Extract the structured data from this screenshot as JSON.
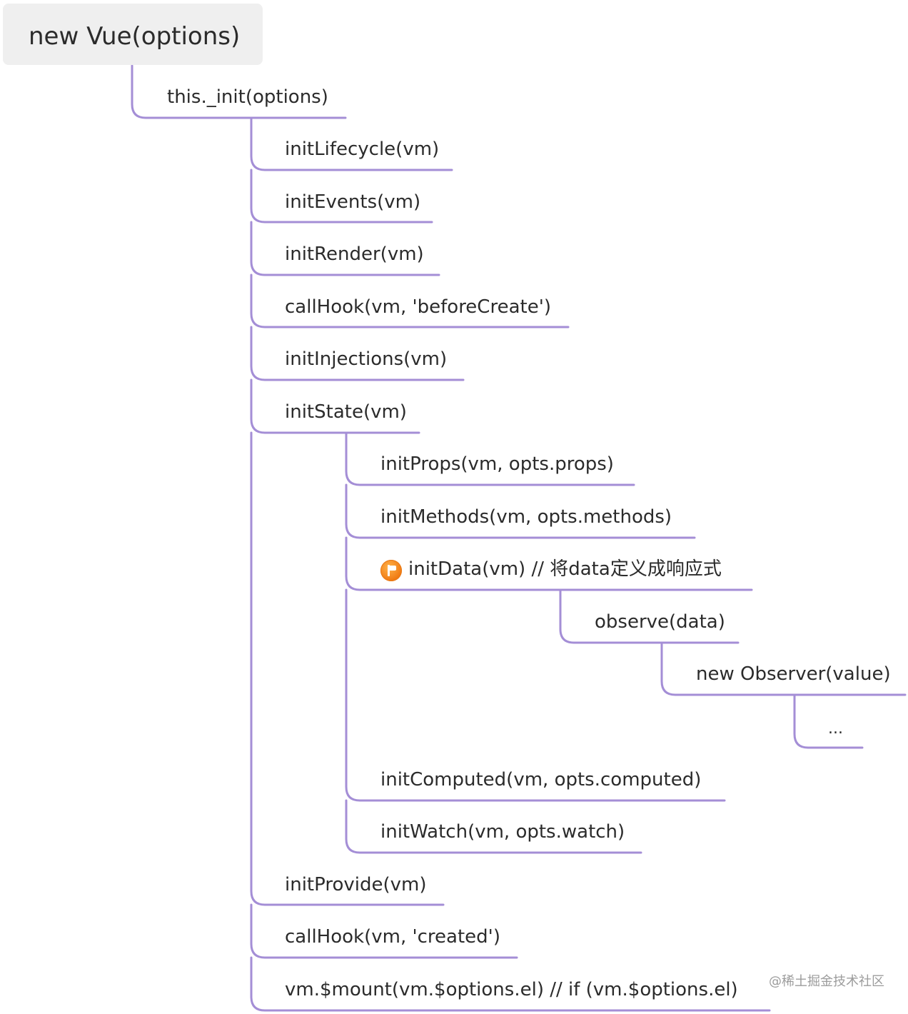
{
  "root": {
    "label": "new Vue(options)"
  },
  "nodes": {
    "init": "this._init(options)",
    "initLifecycle": "initLifecycle(vm)",
    "initEvents": "initEvents(vm)",
    "initRender": "initRender(vm)",
    "callHookBeforeCreate": "callHook(vm, 'beforeCreate')",
    "initInjections": "initInjections(vm)",
    "initState": "initState(vm)",
    "initProps": "initProps(vm, opts.props)",
    "initMethods": "initMethods(vm, opts.methods)",
    "initData": "initData(vm) // 将data定义成响应式",
    "observe": "observe(data)",
    "newObserver": "new Observer(value)",
    "ellipsis": "...",
    "initComputed": "initComputed(vm, opts.computed)",
    "initWatch": "initWatch(vm, opts.watch)",
    "initProvide": "initProvide(vm)",
    "callHookCreated": "callHook(vm, 'created')",
    "mount": "vm.$mount(vm.$options.el) // if (vm.$options.el)"
  },
  "icons": {
    "initData": "orange-flag-marker-icon"
  },
  "watermark": "@稀土掘金技术社区",
  "colors": {
    "connector": "#a48ed6",
    "root_bg": "#efefef",
    "text": "#2b2b2b",
    "marker": "#f08a1a"
  }
}
